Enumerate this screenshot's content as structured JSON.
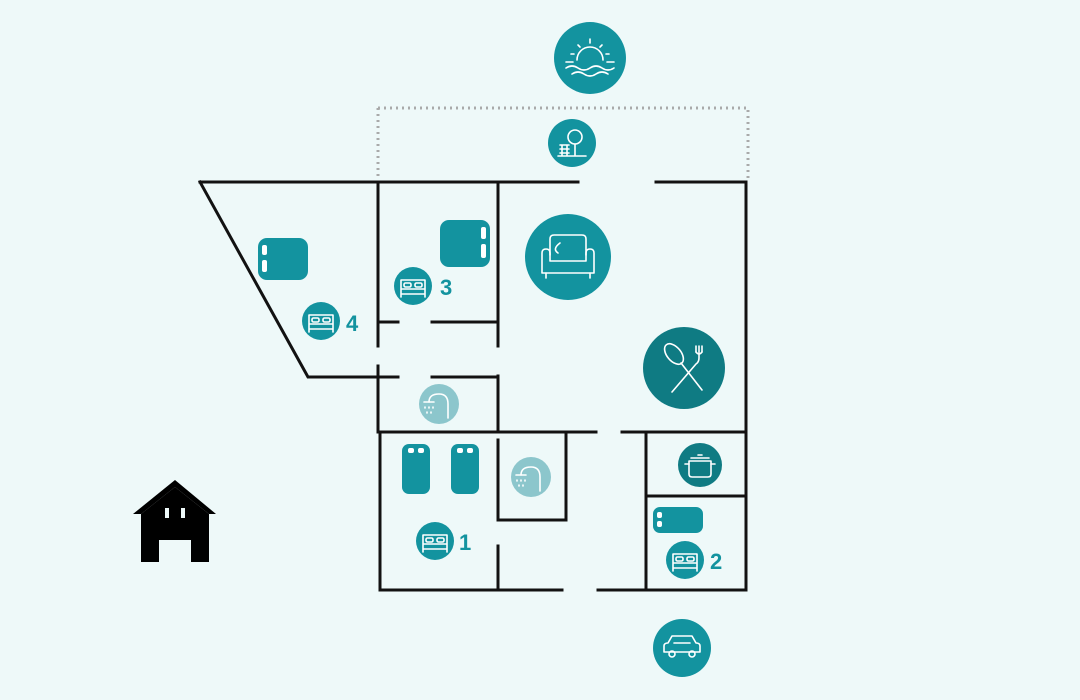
{
  "diagram": {
    "type": "floor-plan",
    "colors": {
      "background": "#eef9f9",
      "walls": "#121212",
      "boundary": "#a9aaaa",
      "icon_teal": "#13939f",
      "icon_dark_teal": "#0f7b83",
      "icon_light_teal": "#8cc6cc",
      "house": "#000000"
    },
    "rooms": [
      {
        "id": "bedroom-1",
        "number": "1",
        "icons": [
          "double-bed-icon",
          "single-bed-icon",
          "single-bed-icon"
        ]
      },
      {
        "id": "bedroom-2",
        "number": "2",
        "icons": [
          "double-bed-icon",
          "single-bed-icon"
        ]
      },
      {
        "id": "bedroom-3",
        "number": "3",
        "icons": [
          "double-bed-icon",
          "single-bed-icon"
        ]
      },
      {
        "id": "bedroom-4",
        "number": "4",
        "icons": [
          "double-bed-icon",
          "single-bed-icon"
        ]
      },
      {
        "id": "living-room",
        "icons": [
          "sofa-icon"
        ]
      },
      {
        "id": "dining",
        "icons": [
          "cutlery-icon"
        ]
      },
      {
        "id": "kitchen",
        "icons": [
          "cooking-pot-icon"
        ]
      },
      {
        "id": "bathroom-upper",
        "icons": [
          "shower-icon"
        ]
      },
      {
        "id": "bathroom-lower",
        "icons": [
          "shower-icon"
        ]
      }
    ],
    "outdoor": [
      "sunset-icon",
      "garden-icon",
      "car-icon"
    ],
    "legend_icon": "house-icon"
  }
}
